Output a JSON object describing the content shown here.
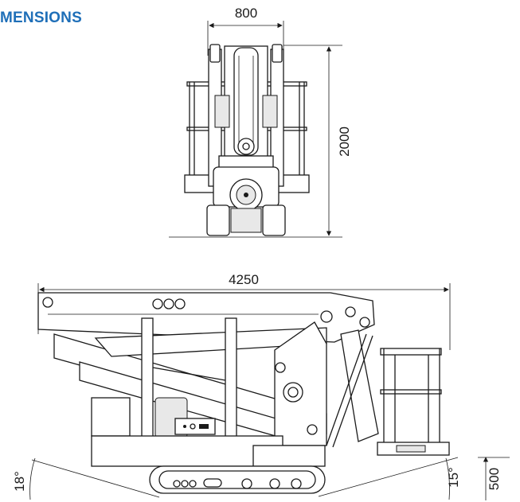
{
  "title": "MENSIONS",
  "front_view": {
    "width_label": "800",
    "height_label": "2000"
  },
  "side_view": {
    "length_label": "4250",
    "rear_angle_label": "18°",
    "front_angle_label": "15°",
    "clearance_label": "500"
  },
  "colors": {
    "title": "#1f6fb8",
    "line": "#1a1a1a"
  }
}
